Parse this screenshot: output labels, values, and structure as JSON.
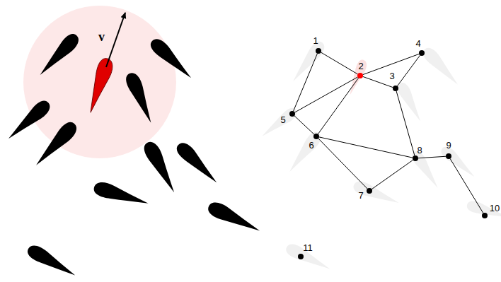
{
  "diagram": {
    "nodes": [
      {
        "text": [
          "1"
        ]
      },
      {
        "text": [
          "2"
        ]
      },
      {
        "text": [
          "3"
        ]
      },
      {
        "text": [
          "4"
        ]
      },
      {
        "text": [
          "5"
        ]
      },
      {
        "text": [
          "6"
        ]
      },
      {
        "text": [
          "7"
        ]
      },
      {
        "text": [
          "8"
        ]
      },
      {
        "text": [
          "9"
        ]
      },
      {
        "text": [
          "10"
        ]
      },
      {
        "text": [
          "11"
        ]
      }
    ],
    "edges": [
      {
        "from": 0,
        "to": 1,
        "arrow": "none"
      },
      {
        "from": 0,
        "to": 4,
        "arrow": "none"
      },
      {
        "from": 1,
        "to": 4,
        "arrow": "none"
      },
      {
        "from": 1,
        "to": 5,
        "arrow": "none"
      },
      {
        "from": 1,
        "to": 2,
        "arrow": "none"
      },
      {
        "from": 1,
        "to": 3,
        "arrow": "none"
      },
      {
        "from": 3,
        "to": 2,
        "arrow": "none"
      },
      {
        "from": 2,
        "to": 7,
        "arrow": "none"
      },
      {
        "from": 4,
        "to": 5,
        "arrow": "none"
      },
      {
        "from": 5,
        "to": 7,
        "arrow": "none"
      },
      {
        "from": 5,
        "to": 6,
        "arrow": "none"
      },
      {
        "from": 6,
        "to": 7,
        "arrow": "none"
      },
      {
        "from": 7,
        "to": 8,
        "arrow": "none"
      },
      {
        "from": 8,
        "to": 9,
        "arrow": "none"
      }
    ],
    "labels": [
      "v"
    ]
  }
}
